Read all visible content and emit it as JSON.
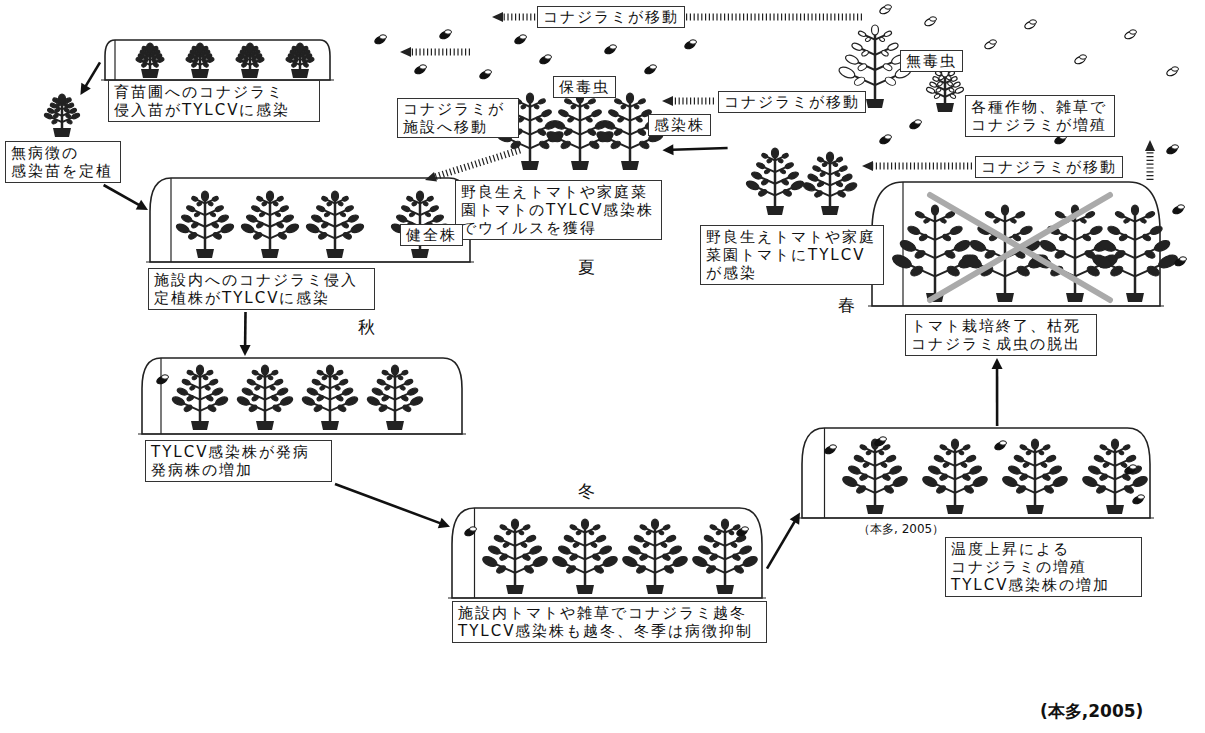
{
  "diagram": {
    "nodes": [
      {
        "text": [
          "コナジラミが移動"
        ]
      },
      {
        "text": [
          "無毒虫"
        ]
      },
      {
        "text": [
          "育苗圃へのコナジラミ 侵入苗がTYLCVに感染"
        ]
      },
      {
        "text": [
          "保毒虫"
        ]
      },
      {
        "text": [
          "コナジラミが 施設へ移動"
        ]
      },
      {
        "text": [
          "感染株"
        ]
      },
      {
        "text": [
          "コナジラミが移動"
        ]
      },
      {
        "text": [
          "各種作物、雑草で コナジラミが増殖"
        ]
      },
      {
        "text": [
          "無病徴の 感染苗を定植"
        ]
      },
      {
        "text": [
          "コナジラミが移動"
        ]
      },
      {
        "text": [
          "野良生えトマトや家庭菜 園トマトのTYLCV感染株 でウイルスを獲得"
        ]
      },
      {
        "text": [
          "野良生えトマトや家庭 菜園トマトにTYLCV が感染"
        ]
      },
      {
        "text": [
          "施設内へのコナジラミ侵入 定植株がTYLCVに感染"
        ]
      },
      {
        "text": [
          "健全株"
        ],
        "in": 12
      },
      {
        "text": [
          "トマト栽培終了、枯死 コナジラミ成虫の脱出"
        ]
      },
      {
        "text": [
          "TYLCV感染株が発病 発病株の増加"
        ]
      },
      {
        "text": [
          "温度上昇による コナジラミの増殖 TYLCV感染株の増加"
        ]
      },
      {
        "text": [
          "施設内トマトや雑草でコナジラミ越冬 TYLCV感染株も越冬、冬季は病徴抑制"
        ]
      }
    ],
    "edges": [
      {
        "from": 2,
        "to": 8,
        "arrow": "to"
      },
      {
        "from": 8,
        "to": 12,
        "arrow": "to"
      },
      {
        "from": 12,
        "to": 15,
        "arrow": "to"
      },
      {
        "from": 15,
        "to": 17,
        "arrow": "to"
      },
      {
        "from": 17,
        "to": 16,
        "arrow": "to"
      },
      {
        "from": 16,
        "to": 14,
        "arrow": "to"
      },
      {
        "from": 11,
        "to": 10,
        "arrow": "to"
      }
    ],
    "labels": [
      "夏",
      "秋",
      "春",
      "冬",
      "（本多, 2005）",
      "(本多,2005)"
    ]
  }
}
